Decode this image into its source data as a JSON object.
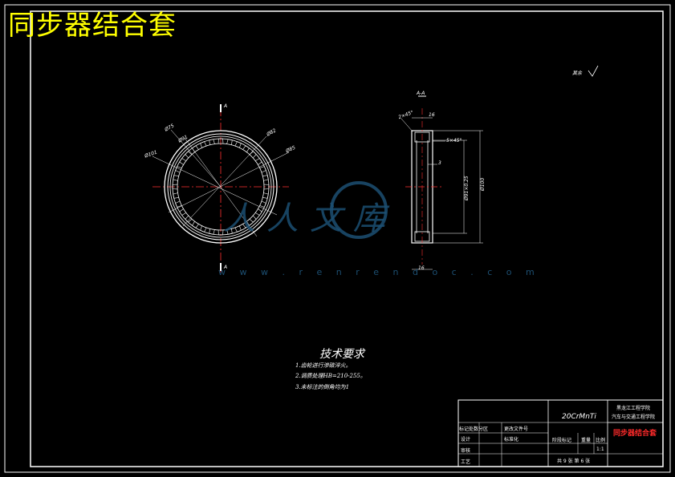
{
  "drawing": {
    "title": "同步器结合套",
    "section_label": "A-A",
    "cut_mark": "A",
    "roughness_label": "其余",
    "dims_front": [
      "Ø75",
      "Ø82",
      "Ø101",
      "Ø91",
      "Ø85"
    ],
    "dims_side": [
      "2×45°",
      "16",
      "5×45°",
      "3",
      "Ø100",
      "Ø91×0.25",
      "16"
    ],
    "tech_title": "技术要求",
    "tech_items": [
      "1.齿轮进行渗碳淬火。",
      "2.调质处理HB=210-255。",
      "3.未标注的倒角均为1"
    ],
    "watermark_text": "人人文库",
    "watermark_url": "w w w . r e n r e n d o c . c o m",
    "title_block": {
      "material": "20CrMnTi",
      "school_line1": "黑龙江工程学院",
      "school_line2": "汽车与交通工程学院",
      "part_name": "同步器结合套",
      "row_label_1": "标记处数分区",
      "row_label_1b": "更改文件号",
      "row_label_2": "设计",
      "row_label_2b": "标准化",
      "row_label_3": "审核",
      "row_label_4": "工艺",
      "stage_label": "阶段标记",
      "weight_label": "重量",
      "scale_label": "比例",
      "scale_value": "1:1",
      "sheets": "共 9 张  第 6 张"
    }
  }
}
